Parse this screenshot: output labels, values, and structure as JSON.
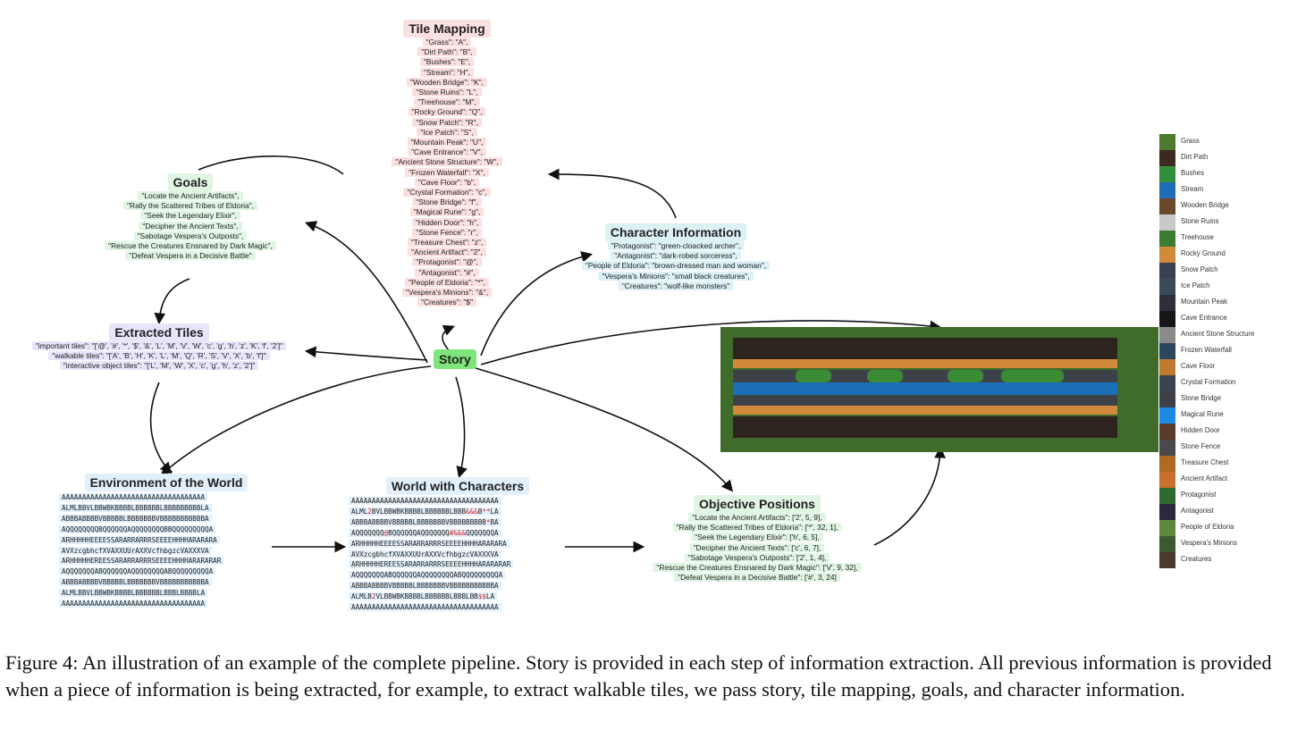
{
  "tile_mapping": {
    "title": "Tile Mapping",
    "lines": [
      "\"Grass\": \"A\",",
      "\"Dirt Path\": \"B\",",
      "\"Bushes\": \"E\",",
      "\"Stream\": \"H\",",
      "\"Wooden Bridge\": \"K\",",
      "\"Stone Ruins\": \"L\",",
      "\"Treehouse\": \"M\",",
      "\"Rocky Ground\": \"Q\",",
      "\"Snow Patch\": \"R\",",
      "\"Ice Patch\": \"S\",",
      "\"Mountain Peak\": \"U\",",
      "\"Cave Entrance\": \"V\",",
      "\"Ancient Stone Structure\": \"W\",",
      "\"Frozen Waterfall\": \"X\",",
      "\"Cave Floor\": \"b\",",
      "\"Crystal Formation\": \"c\",",
      "\"Stone Bridge\": \"f\",",
      "\"Magical Rune\": \"g\",",
      "\"Hidden Door\": \"h\",",
      "\"Stone Fence\": \"r\",",
      "\"Treasure Chest\": \"z\",",
      "\"Ancient Artifact\": \"2\",",
      "\"Protagonist\": \"@\",",
      "\"Antagonist\": \"#\",",
      "\"People of Eldoria\": \"*\",",
      "\"Vespera's Minions\": \"&\",",
      "\"Creatures\": \"$\""
    ]
  },
  "goals": {
    "title": "Goals",
    "lines": [
      "\"Locate the Ancient Artifacts\",",
      "\"Rally the Scattered Tribes of Eldoria\",",
      "\"Seek the Legendary Elixir\",",
      "\"Decipher the Ancient Texts\",",
      "\"Sabotage Vespera's Outposts\",",
      "\"Rescue the Creatures Ensnared by Dark Magic\",",
      "\"Defeat Vespera in a Decisive Battle\""
    ]
  },
  "character_information": {
    "title": "Character Information",
    "lines": [
      "\"Protagonist\": \"green-cloacked archer\",",
      "\"Antagonist\": \"dark-robed sorceress\",",
      "\"People of Eldoria\": \"brown-dressed man and woman\",",
      "\"Vespera's Minions\": \"small black creatures\",",
      "\"Creatures\": \"wolf-like monsters\""
    ]
  },
  "extracted_tiles": {
    "title": "Extracted Tiles",
    "lines": [
      "\"important tiles\": \"['@', '#', '*', '$', '&', 'L', 'M', 'V', 'W', 'c', 'g', 'h', 'z', 'K', 'f', '2']\"",
      "\"walkable tiles\": \"['A', 'B', 'H', 'K', 'L', 'M', 'Q', 'R', 'S', 'V', 'X', 'b', 'f']\"",
      "\"interactive object tiles\": \"['L', 'M', 'W', 'X', 'c', 'g', 'h', 'z', '2']\""
    ]
  },
  "story": {
    "label": "Story"
  },
  "environment": {
    "title": "Environment of the World",
    "rows": [
      "AAAAAAAAAAAAAAAAAAAAAAAAAAAAAAAAAAA",
      "ALMLBBVLBBWBKBBBBLBBBBBBLBBBBBBBBBLA",
      "ABBBABBBBVBBBBBLBBBBBBBVBBBBBBBBBBBA",
      "AQQQQQQQQBQQQQQQAQQQQQQQQBBQQQQQQQQQA",
      "ARHHHHHEEEESSARARRARRRSEEEEHHHHARARARA",
      "AVXzcgbhcfXVAXXUUrAXXVcfhbgzcVAXXXVA",
      "ARHHHHHEREESSARARRARRRSEEEEHHHHARARARAR",
      "AQQQQQQQABQQQQQQAQQQQQQQQABQQQQQQQQQA",
      "ABBBABBBBVBBBBBLBBBBBBBVBBBBBBBBBBBA",
      "ALMLBBVLBBWBKBBBBLBBBBBBLBBBLBBBBLA",
      "AAAAAAAAAAAAAAAAAAAAAAAAAAAAAAAAAAA"
    ]
  },
  "world_with_characters": {
    "title": "World with Characters",
    "rows": [
      [
        {
          "t": "AAAAAAAAAAAAAAAAAAAAAAAAAAAAAAAAAAAA"
        }
      ],
      [
        {
          "t": "ALML"
        },
        {
          "t": "2",
          "r": 1
        },
        {
          "t": "BVLBBWBKBBBBLBBBBBBLBBB"
        },
        {
          "t": "&&&",
          "r": 1
        },
        {
          "t": "B"
        },
        {
          "t": "**",
          "r": 1
        },
        {
          "t": "LA"
        }
      ],
      [
        {
          "t": "ABBBABBBBVBBBBBLBBBBBBBVBBBBBBBBB"
        },
        {
          "t": "*",
          "r": 1
        },
        {
          "t": "BA"
        }
      ],
      [
        {
          "t": "AQQQQQQQ"
        },
        {
          "t": "@",
          "r": 1
        },
        {
          "t": "BQQQQQQAQQQQQQQ"
        },
        {
          "t": "#&&&",
          "r": 1
        },
        {
          "t": "QQQQQQQA"
        }
      ],
      [
        {
          "t": "ARHHHHHEEEESSARARRARRRSEEEEHHHHARARARA"
        }
      ],
      [
        {
          "t": "AVXzcgbhcfXVAXXUUrAXXVcfhbgzcVAXXXVA"
        }
      ],
      [
        {
          "t": "ARHHHHHEREESSARARRARRRSEEEEHHHHARARARAR"
        }
      ],
      [
        {
          "t": "AQQQQQQQABQQQQQQAQQQQQQQQABQQQQQQQQQA"
        }
      ],
      [
        {
          "t": "ABBBABBBBVBBBBBLBBBBBBBVBBBBBBBBBBBA"
        }
      ],
      [
        {
          "t": "ALMLB"
        },
        {
          "t": "2",
          "r": 1
        },
        {
          "t": "VLBBWBKBBBBLBBBBBBLBBBLBB"
        },
        {
          "t": "$$",
          "r": 1
        },
        {
          "t": "LA"
        }
      ],
      [
        {
          "t": "AAAAAAAAAAAAAAAAAAAAAAAAAAAAAAAAAAAA"
        }
      ]
    ]
  },
  "objective_positions": {
    "title": "Objective Positions",
    "lines": [
      "\"Locate the Ancient Artifacts\": ['2', 5, 9],",
      "\"Rally the Scattered Tribes of Eldoria\": ['*', 32, 1],",
      "\"Seek the Legendary Elixir\": ['h', 6, 5],",
      "\"Decipher the Ancient Texts\": ['c', 6, 7],",
      "\"Sabotage Vespera's Outposts\": ['2', 1, 4],",
      "\"Rescue the Creatures Ensnared by Dark Magic\": ['V', 9, 32],",
      "\"Defeat Vespera in a Decisive Battle\": ['#', 3, 24]"
    ]
  },
  "legend": [
    {
      "label": "Grass",
      "color": "#4c7a2e"
    },
    {
      "label": "Dirt Path",
      "color": "#3a2a22"
    },
    {
      "label": "Bushes",
      "color": "#2f8f3a"
    },
    {
      "label": "Stream",
      "color": "#1f6fb8"
    },
    {
      "label": "Wooden Bridge",
      "color": "#6b4a2a"
    },
    {
      "label": "Stone Ruins",
      "color": "#c9c9c9"
    },
    {
      "label": "Treehouse",
      "color": "#3e7d2f"
    },
    {
      "label": "Rocky Ground",
      "color": "#d08a3a"
    },
    {
      "label": "Snow Patch",
      "color": "#3a4250"
    },
    {
      "label": "Ice Patch",
      "color": "#3b4a5a"
    },
    {
      "label": "Mountain Peak",
      "color": "#2e3038"
    },
    {
      "label": "Cave Entrance",
      "color": "#15151a"
    },
    {
      "label": "Ancient Stone Structure",
      "color": "#8a8a8a"
    },
    {
      "label": "Frozen Waterfall",
      "color": "#2c4660"
    },
    {
      "label": "Cave Floor",
      "color": "#c07a30"
    },
    {
      "label": "Crystal Formation",
      "color": "#3b4452"
    },
    {
      "label": "Stone Bridge",
      "color": "#3d4046"
    },
    {
      "label": "Magical Rune",
      "color": "#1e88e5"
    },
    {
      "label": "Hidden Door",
      "color": "#5a3a28"
    },
    {
      "label": "Stone Fence",
      "color": "#4a4a4e"
    },
    {
      "label": "Treasure Chest",
      "color": "#b06a20"
    },
    {
      "label": "Ancient Artifact",
      "color": "#c8702c"
    },
    {
      "label": "Protagonist",
      "color": "#2f6a30"
    },
    {
      "label": "Antagonist",
      "color": "#2a2a3a"
    },
    {
      "label": "People of Eldoria",
      "color": "#5f8a3a"
    },
    {
      "label": "Vespera's Minions",
      "color": "#3b5a2e"
    },
    {
      "label": "Creatures",
      "color": "#4a3a30"
    }
  ],
  "map_colors": {
    "grass": "#3f6c2a",
    "dirt": "#2e241f",
    "bush": "#3b8a36",
    "stream": "#1b6fb6",
    "stone": "#3d4148",
    "rock": "#d18a3b"
  },
  "caption": "Figure 4: An illustration of an example of the complete pipeline. Story is provided in each step of information extraction. All previous information is provided when a piece of information is being extracted, for example, to extract walkable tiles, we pass story, tile mapping, goals, and character information."
}
